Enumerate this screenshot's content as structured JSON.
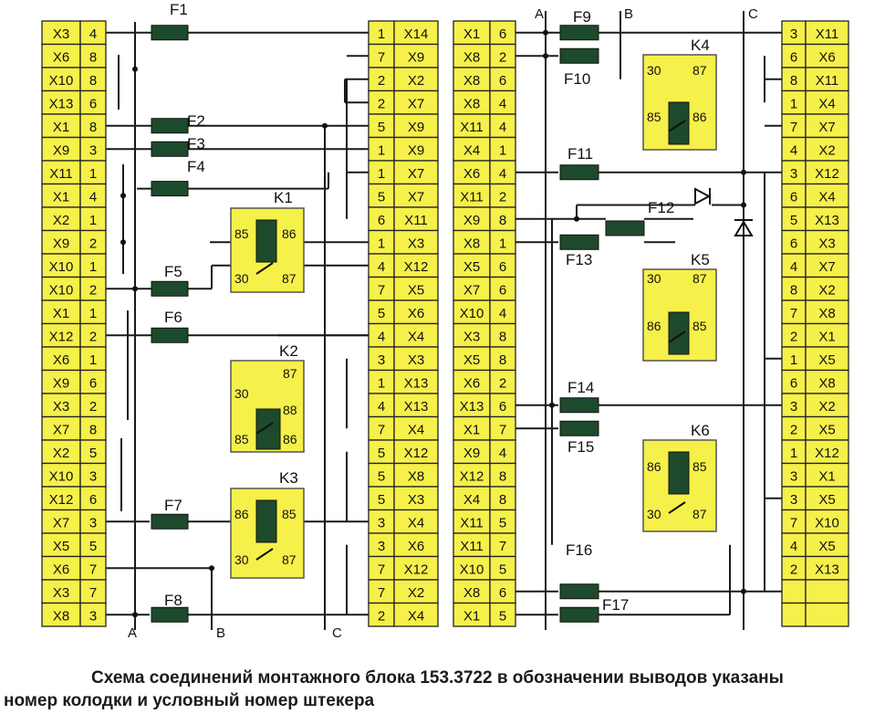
{
  "left_block": {
    "left_strip": [
      [
        "X3",
        "4"
      ],
      [
        "X6",
        "8"
      ],
      [
        "X10",
        "8"
      ],
      [
        "X13",
        "6"
      ],
      [
        "X1",
        "8"
      ],
      [
        "X9",
        "3"
      ],
      [
        "X11",
        "1"
      ],
      [
        "X1",
        "4"
      ],
      [
        "X2",
        "1"
      ],
      [
        "X9",
        "2"
      ],
      [
        "X10",
        "1"
      ],
      [
        "X10",
        "2"
      ],
      [
        "X1",
        "1"
      ],
      [
        "X12",
        "2"
      ],
      [
        "X6",
        "1"
      ],
      [
        "X9",
        "6"
      ],
      [
        "X3",
        "2"
      ],
      [
        "X7",
        "8"
      ],
      [
        "X2",
        "5"
      ],
      [
        "X10",
        "3"
      ],
      [
        "X12",
        "6"
      ],
      [
        "X7",
        "3"
      ],
      [
        "X5",
        "5"
      ],
      [
        "X6",
        "7"
      ],
      [
        "X3",
        "7"
      ],
      [
        "X8",
        "3"
      ]
    ],
    "right_strip": [
      [
        "1",
        "X14"
      ],
      [
        "7",
        "X9"
      ],
      [
        "2",
        "X2"
      ],
      [
        "2",
        "X7"
      ],
      [
        "5",
        "X9"
      ],
      [
        "1",
        "X9"
      ],
      [
        "1",
        "X7"
      ],
      [
        "5",
        "X7"
      ],
      [
        "6",
        "X11"
      ],
      [
        "1",
        "X3"
      ],
      [
        "4",
        "X12"
      ],
      [
        "7",
        "X5"
      ],
      [
        "5",
        "X6"
      ],
      [
        "4",
        "X4"
      ],
      [
        "3",
        "X3"
      ],
      [
        "1",
        "X13"
      ],
      [
        "4",
        "X13"
      ],
      [
        "7",
        "X4"
      ],
      [
        "5",
        "X12"
      ],
      [
        "5",
        "X8"
      ],
      [
        "5",
        "X3"
      ],
      [
        "3",
        "X4"
      ],
      [
        "3",
        "X6"
      ],
      [
        "7",
        "X12"
      ],
      [
        "7",
        "X2"
      ],
      [
        "2",
        "X4"
      ]
    ],
    "fuses": [
      "F1",
      "F2",
      "F3",
      "F4",
      "F5",
      "F6",
      "F7",
      "F8"
    ],
    "bus_labels": [
      "A",
      "B",
      "C"
    ]
  },
  "right_block": {
    "left_strip": [
      [
        "X1",
        "6"
      ],
      [
        "X8",
        "2"
      ],
      [
        "X8",
        "6"
      ],
      [
        "X8",
        "4"
      ],
      [
        "X11",
        "4"
      ],
      [
        "X4",
        "1"
      ],
      [
        "X6",
        "4"
      ],
      [
        "X11",
        "2"
      ],
      [
        "X9",
        "8"
      ],
      [
        "X8",
        "1"
      ],
      [
        "X5",
        "6"
      ],
      [
        "X7",
        "6"
      ],
      [
        "X10",
        "4"
      ],
      [
        "X3",
        "8"
      ],
      [
        "X5",
        "8"
      ],
      [
        "X6",
        "2"
      ],
      [
        "X13",
        "6"
      ],
      [
        "X1",
        "7"
      ],
      [
        "X9",
        "4"
      ],
      [
        "X12",
        "8"
      ],
      [
        "X4",
        "8"
      ],
      [
        "X11",
        "5"
      ],
      [
        "X11",
        "7"
      ],
      [
        "X10",
        "5"
      ],
      [
        "X8",
        "6"
      ],
      [
        "X1",
        "5"
      ]
    ],
    "right_strip": [
      [
        "3",
        "X11"
      ],
      [
        "6",
        "X6"
      ],
      [
        "8",
        "X11"
      ],
      [
        "1",
        "X4"
      ],
      [
        "7",
        "X7"
      ],
      [
        "4",
        "X2"
      ],
      [
        "3",
        "X12"
      ],
      [
        "6",
        "X4"
      ],
      [
        "5",
        "X13"
      ],
      [
        "6",
        "X3"
      ],
      [
        "4",
        "X7"
      ],
      [
        "8",
        "X2"
      ],
      [
        "7",
        "X8"
      ],
      [
        "2",
        "X1"
      ],
      [
        "1",
        "X5"
      ],
      [
        "6",
        "X8"
      ],
      [
        "3",
        "X2"
      ],
      [
        "2",
        "X5"
      ],
      [
        "1",
        "X12"
      ],
      [
        "3",
        "X1"
      ],
      [
        "3",
        "X5"
      ],
      [
        "7",
        "X10"
      ],
      [
        "4",
        "X5"
      ],
      [
        "2",
        "X13"
      ],
      [
        "",
        ""
      ],
      [
        "",
        ""
      ]
    ],
    "fuses": [
      "F9",
      "F10",
      "F11",
      "F12",
      "F13",
      "F14",
      "F15",
      "F16",
      "F17"
    ],
    "bus_labels": [
      "A",
      "B",
      "C"
    ]
  },
  "relays": [
    {
      "id": "K1",
      "pins": [
        "85",
        "86",
        "30",
        "87"
      ]
    },
    {
      "id": "K2",
      "pins": [
        "87",
        "30",
        "88",
        "85",
        "86"
      ]
    },
    {
      "id": "K3",
      "pins": [
        "86",
        "85",
        "30",
        "87"
      ]
    },
    {
      "id": "K4",
      "pins": [
        "30",
        "87",
        "85",
        "86"
      ]
    },
    {
      "id": "K5",
      "pins": [
        "30",
        "87",
        "86",
        "85"
      ]
    },
    {
      "id": "K6",
      "pins": [
        "86",
        "85",
        "30",
        "87"
      ]
    }
  ],
  "caption": {
    "line1": "Схема соединений монтажного блока 153.3722  в обозначении выводов указаны",
    "line2": "номер колодки и условный номер штекера"
  },
  "colors": {
    "terminal_fill": "#f6f04a",
    "fuse_fill": "#1d4a2c",
    "relay_fill": "#f6f04a",
    "relay_coil": "#1d4a2c",
    "wire": "#1a1a1a",
    "background": "#ffffff"
  }
}
